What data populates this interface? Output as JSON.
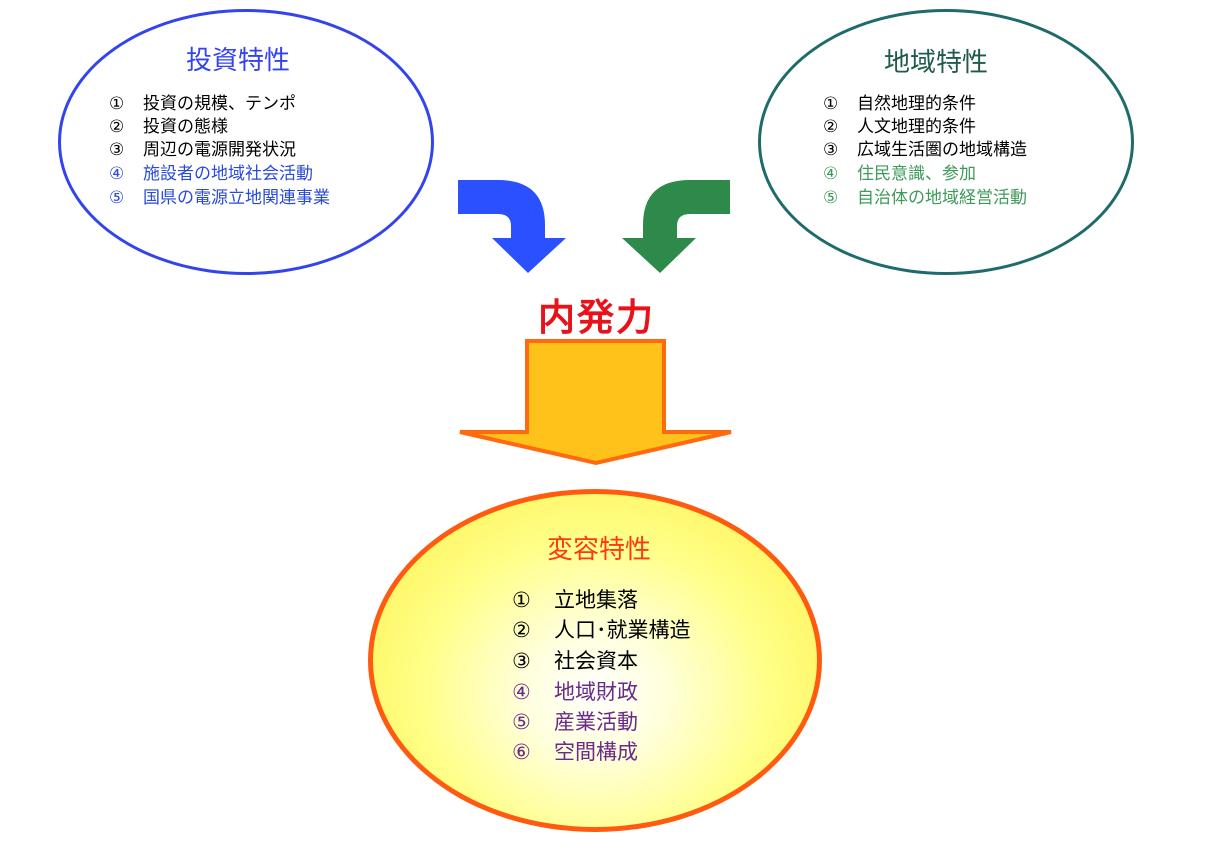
{
  "investment": {
    "title": "投資特性",
    "items": [
      {
        "num": "①",
        "text": "投資の規模、テンポ"
      },
      {
        "num": "②",
        "text": "投資の態様"
      },
      {
        "num": "③",
        "text": "周辺の電源開発状況"
      },
      {
        "num": "④",
        "text": "施設者の地域社会活動"
      },
      {
        "num": "⑤",
        "text": "国県の電源立地関連事業"
      }
    ]
  },
  "regional": {
    "title": "地域特性",
    "items": [
      {
        "num": "①",
        "text": "自然地理的条件"
      },
      {
        "num": "②",
        "text": "人文地理的条件"
      },
      {
        "num": "③",
        "text": "広域生活圏の地域構造"
      },
      {
        "num": "④",
        "text": "住民意識、参加"
      },
      {
        "num": "⑤",
        "text": "自治体の地域経営活動"
      }
    ]
  },
  "center_label": "内発力",
  "transformation": {
    "title": "変容特性",
    "items": [
      {
        "num": "①",
        "text": "立地集落"
      },
      {
        "num": "②",
        "text": "人口･就業構造"
      },
      {
        "num": "③",
        "text": "社会資本"
      },
      {
        "num": "④",
        "text": "地域財政"
      },
      {
        "num": "⑤",
        "text": "産業活動"
      },
      {
        "num": "⑥",
        "text": "空間構成"
      }
    ]
  },
  "colors": {
    "investment": "#3344ee",
    "regional": "#1f6b6b",
    "center_label": "#e8121a",
    "transformation": "#ff5a10",
    "arrow_blue": "#2a50ff",
    "arrow_green": "#2e8a4a",
    "arrow_down_fill": "#ffc21a"
  }
}
